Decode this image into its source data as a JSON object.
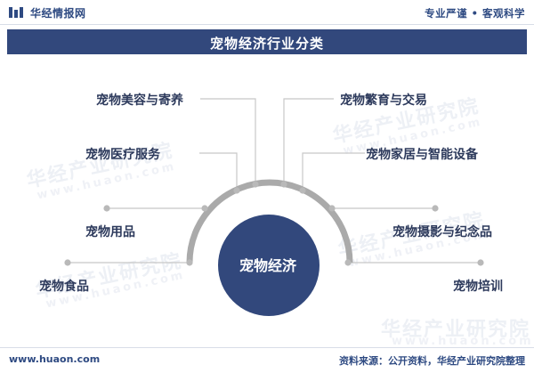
{
  "header": {
    "brand": "华经情报网",
    "slogan": "专业严谨 • 客观科学"
  },
  "title": "宠物经济行业分类",
  "center_label": "宠物经济",
  "categories": {
    "left": [
      "宠物美容与寄养",
      "宠物医疗服务",
      "宠物用品",
      "宠物食品"
    ],
    "right": [
      "宠物繁育与交易",
      "宠物家居与智能设备",
      "宠物摄影与纪念品",
      "宠物培训"
    ]
  },
  "watermark": {
    "text": "华经产业研究院",
    "url": "www.huaon.com"
  },
  "footer": {
    "url": "www.huaon.com",
    "source": "资料来源：公开资料，华经产业研究院整理"
  },
  "colors": {
    "primary": "#32487c",
    "line": "#c8c8c8",
    "dot": "#b9b9b9",
    "arc": "#aaaaaa"
  }
}
